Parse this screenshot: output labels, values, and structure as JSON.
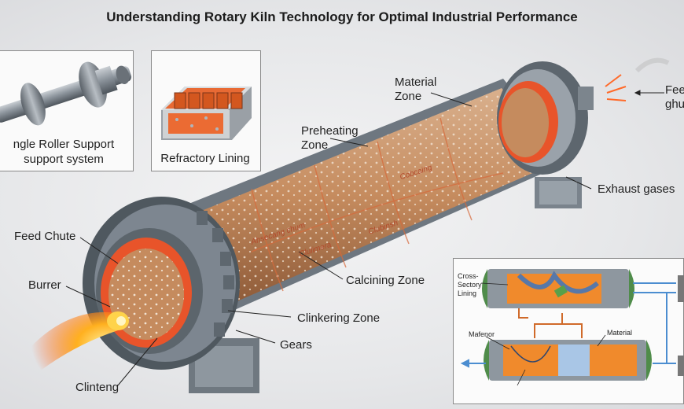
{
  "title": "Understanding Rotary Kiln Technology for Optimal Industrial Performance",
  "panels": {
    "roller": {
      "line1": "ngle Roller Support",
      "line2": "support system"
    },
    "refractory": {
      "label": "Refractory Lining"
    }
  },
  "labels": {
    "material_zone_1": "Material",
    "material_zone_2": "Zone",
    "preheating_1": "Preheating",
    "preheating_2": "Zone",
    "feed_top_1": "Fee",
    "feed_top_2": "ghu",
    "exhaust": "Exhaust gases",
    "feed_chute": "Feed Chute",
    "burner": "Burrer",
    "calcining": "Calcining Zone",
    "clinkering": "Clinkering Zone",
    "gears": "Gears",
    "clinker": "Clinteng"
  },
  "kiln_text": {
    "a": "Ahsecang chum",
    "b": "Clulimera",
    "c": "Cobcaing",
    "d": "Clubinsh"
  },
  "inset": {
    "cross_section": "Cross-\nSectory\nLining",
    "mafenor": "Mafenor",
    "material": "Material"
  },
  "colors": {
    "refractory": "#e8542a",
    "shell": "#7d8690",
    "flame": "#ff8a1a",
    "material": "#c98f62"
  }
}
